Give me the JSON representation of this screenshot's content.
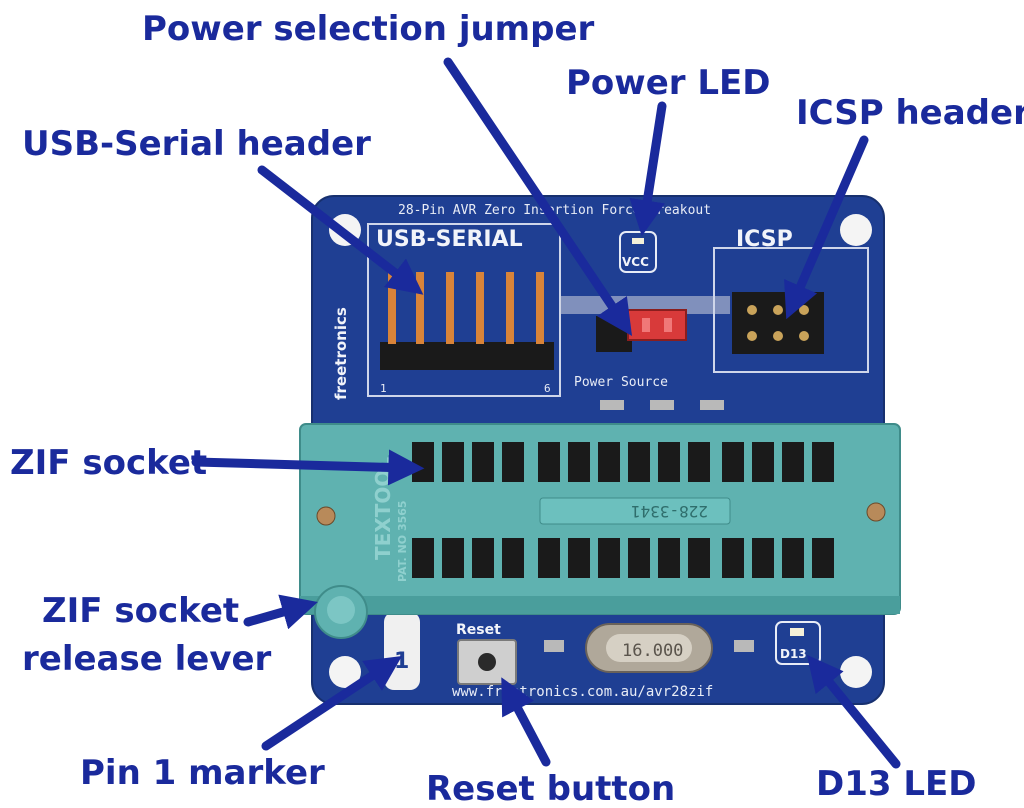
{
  "callouts": {
    "power_selection_jumper": "Power selection jumper",
    "power_led": "Power LED",
    "usb_serial_header": "USB-Serial header",
    "icsp_header": "ICSP header",
    "zif_socket": "ZIF socket",
    "zif_release_line1": "ZIF socket",
    "zif_release_line2": "release lever",
    "pin1_marker": "Pin 1 marker",
    "reset_button": "Reset button",
    "d13_led": "D13 LED"
  },
  "board": {
    "title": "28-Pin AVR Zero Insertion Force Breakout",
    "usb_serial_label": "USB-SERIAL",
    "icsp_label": "ICSP",
    "vcc_label": "VCC",
    "power_source_label": "Power Source",
    "brand": "freetronics",
    "pin_start": "1",
    "pin_end": "6",
    "reset_label": "Reset",
    "crystal_label": "16.000",
    "d13_label": "D13",
    "url": "www.freetronics.com.au/avr28zif",
    "pin1_number": "1",
    "zif_part_number": "228-3341",
    "zif_brand": "TEXTOOL",
    "zif_patent": "PAT. NO 3565"
  },
  "colors": {
    "callout_blue": "#1a2a9c",
    "pcb_blue": "#1f3f93",
    "zif_teal": "#5fb2b0",
    "jumper_red": "#d83a3a"
  }
}
